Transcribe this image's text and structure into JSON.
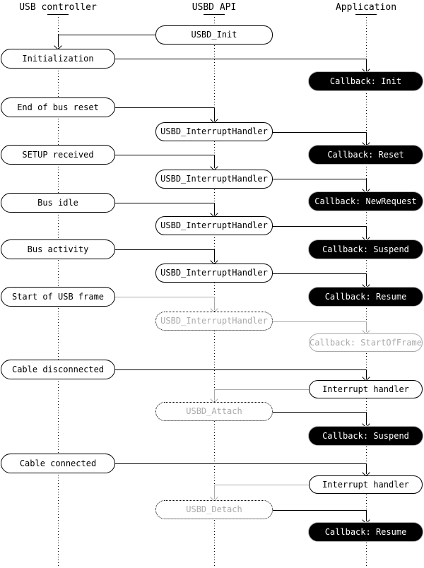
{
  "columns": [
    {
      "id": "usb-controller",
      "label": "USB controller"
    },
    {
      "id": "usbd-api",
      "label": "USBD API"
    },
    {
      "id": "application",
      "label": "Application"
    }
  ],
  "nodes": [
    {
      "id": "usbd-init",
      "label": "USBD_Init",
      "kind": "api-call",
      "state": "active"
    },
    {
      "id": "initialization",
      "label": "Initialization",
      "kind": "event",
      "state": "active"
    },
    {
      "id": "callback-init",
      "label": "Callback: Init",
      "kind": "callback",
      "state": "active"
    },
    {
      "id": "end-of-bus-reset",
      "label": "End of bus reset",
      "kind": "event",
      "state": "active"
    },
    {
      "id": "interrupt-handler-1",
      "label": "USBD_InterruptHandler",
      "kind": "api-call",
      "state": "active"
    },
    {
      "id": "setup-received",
      "label": "SETUP received",
      "kind": "event",
      "state": "active"
    },
    {
      "id": "callback-reset",
      "label": "Callback: Reset",
      "kind": "callback",
      "state": "active"
    },
    {
      "id": "interrupt-handler-2",
      "label": "USBD_InterruptHandler",
      "kind": "api-call",
      "state": "active"
    },
    {
      "id": "bus-idle",
      "label": "Bus idle",
      "kind": "event",
      "state": "active"
    },
    {
      "id": "callback-newrequest",
      "label": "Callback: NewRequest",
      "kind": "callback",
      "state": "active"
    },
    {
      "id": "interrupt-handler-3",
      "label": "USBD_InterruptHandler",
      "kind": "api-call",
      "state": "active"
    },
    {
      "id": "bus-activity",
      "label": "Bus activity",
      "kind": "event",
      "state": "active"
    },
    {
      "id": "callback-suspend-1",
      "label": "Callback: Suspend",
      "kind": "callback",
      "state": "active"
    },
    {
      "id": "interrupt-handler-4",
      "label": "USBD_InterruptHandler",
      "kind": "api-call",
      "state": "active"
    },
    {
      "id": "start-of-usb-frame",
      "label": "Start of USB frame",
      "kind": "event",
      "state": "active"
    },
    {
      "id": "callback-resume-1",
      "label": "Callback: Resume",
      "kind": "callback",
      "state": "active"
    },
    {
      "id": "interrupt-handler-5",
      "label": "USBD_InterruptHandler",
      "kind": "api-call",
      "state": "inactive"
    },
    {
      "id": "callback-startofframe",
      "label": "Callback: StartOfFrame",
      "kind": "callback",
      "state": "inactive"
    },
    {
      "id": "cable-disconnected",
      "label": "Cable disconnected",
      "kind": "event",
      "state": "active"
    },
    {
      "id": "interrupt-handler-app-1",
      "label": "Interrupt handler",
      "kind": "handler",
      "state": "active"
    },
    {
      "id": "usbd-attach",
      "label": "USBD_Attach",
      "kind": "api-call",
      "state": "inactive"
    },
    {
      "id": "callback-suspend-2",
      "label": "Callback: Suspend",
      "kind": "callback",
      "state": "active"
    },
    {
      "id": "cable-connected",
      "label": "Cable connected",
      "kind": "event",
      "state": "active"
    },
    {
      "id": "interrupt-handler-app-2",
      "label": "Interrupt handler",
      "kind": "handler",
      "state": "active"
    },
    {
      "id": "usbd-detach",
      "label": "USBD_Detach",
      "kind": "api-call",
      "state": "inactive"
    },
    {
      "id": "callback-resume-2",
      "label": "Callback: Resume",
      "kind": "callback",
      "state": "active"
    }
  ],
  "colors": {
    "line": "#000000",
    "inactive": "#aaaaaa",
    "callback_bg": "#000000",
    "callback_text": "#ffffff",
    "background": "#ffffff"
  }
}
